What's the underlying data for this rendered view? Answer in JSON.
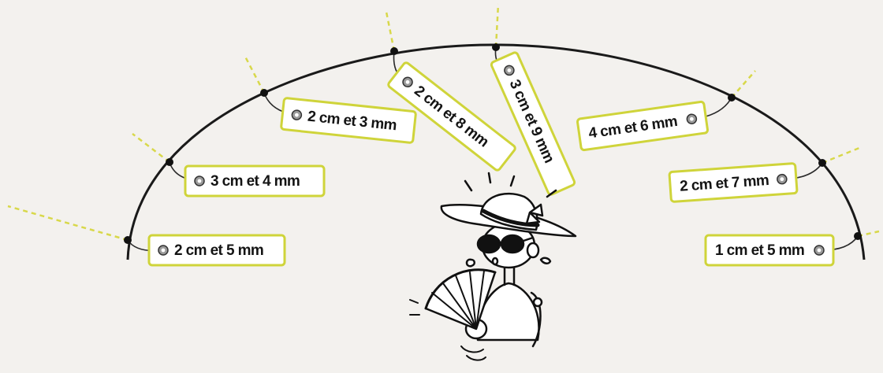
{
  "colors": {
    "background": "#f3f1ee",
    "arc": "#1a1a1a",
    "tag_border": "#cfd43a",
    "tag_fill": "#ffffff",
    "ray": "#d8d84a",
    "text": "#141414"
  },
  "tags": [
    {
      "id": "tag-1",
      "label": "2 cm et 5 mm"
    },
    {
      "id": "tag-2",
      "label": "3 cm et 4 mm"
    },
    {
      "id": "tag-3",
      "label": "2 cm et 3 mm"
    },
    {
      "id": "tag-4",
      "label": "2 cm et 8 mm"
    },
    {
      "id": "tag-5",
      "label": "3 cm et 9 mm"
    },
    {
      "id": "tag-6",
      "label": "4 cm et 6 mm"
    },
    {
      "id": "tag-7",
      "label": "2 cm et 7 mm"
    },
    {
      "id": "tag-8",
      "label": "1 cm et 5 mm"
    }
  ],
  "character": {
    "icon": "character-with-hat-sunglasses-and-fan-icon"
  }
}
